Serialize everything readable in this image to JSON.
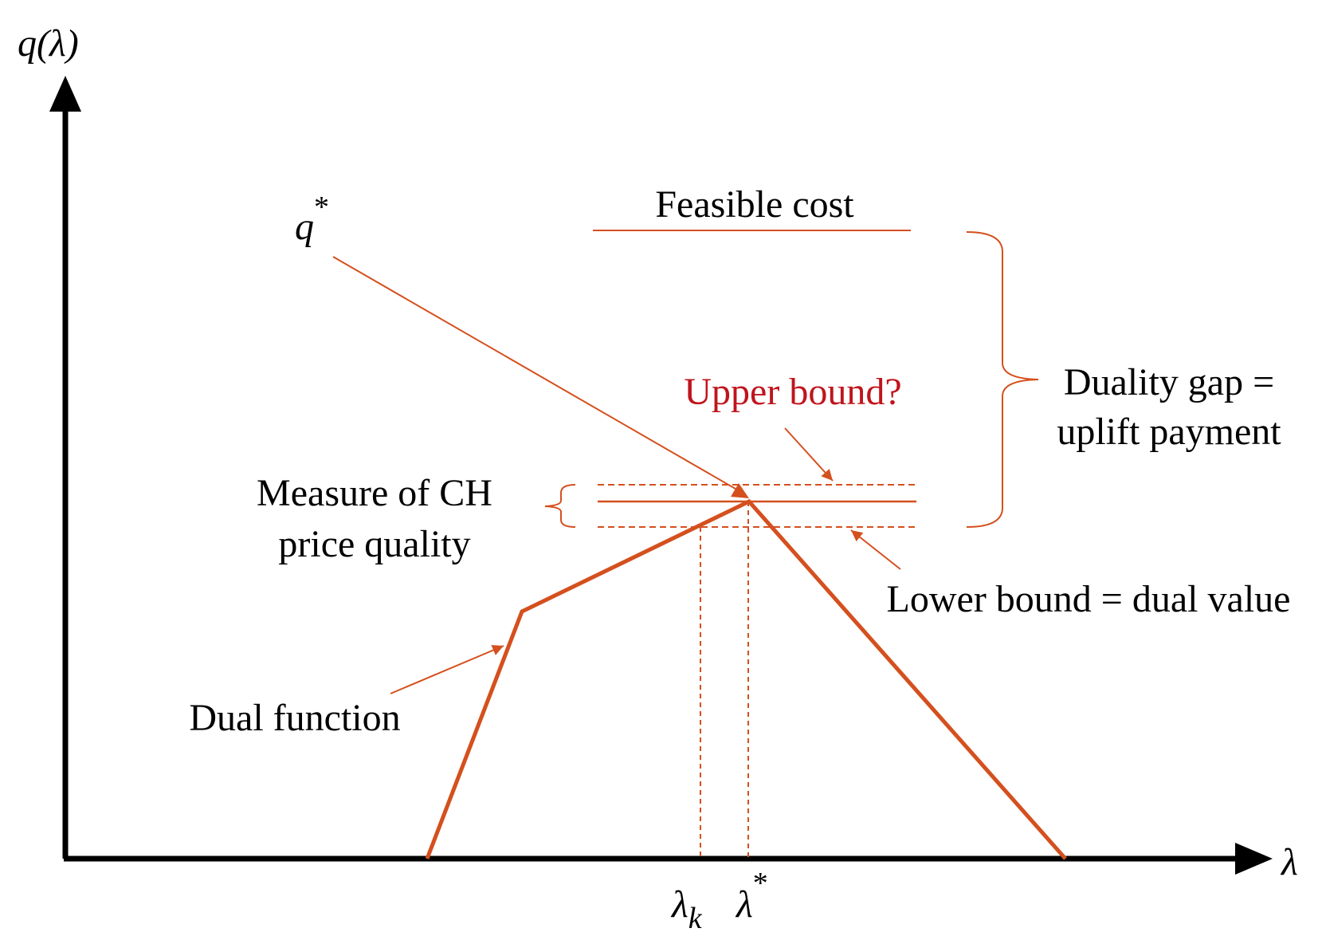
{
  "axes": {
    "y_label": "q(λ)",
    "x_label": "λ"
  },
  "labels": {
    "q_star_base": "q",
    "q_star_sup": "*",
    "feasible_cost": "Feasible cost",
    "upper_bound": "Upper bound?",
    "duality_gap_line1": "Duality gap =",
    "duality_gap_line2": "uplift payment",
    "measure_line1": "Measure of CH",
    "measure_line2": "price quality",
    "lower_bound": "Lower bound = dual value",
    "dual_function": "Dual function",
    "lambda_k_base": "λ",
    "lambda_k_sub": "k",
    "lambda_star_base": "λ",
    "lambda_star_sup": "*"
  },
  "colors": {
    "accent": "#D4501E",
    "upper_bound_text": "#C0141C",
    "axis": "#000000",
    "text": "#000000"
  }
}
